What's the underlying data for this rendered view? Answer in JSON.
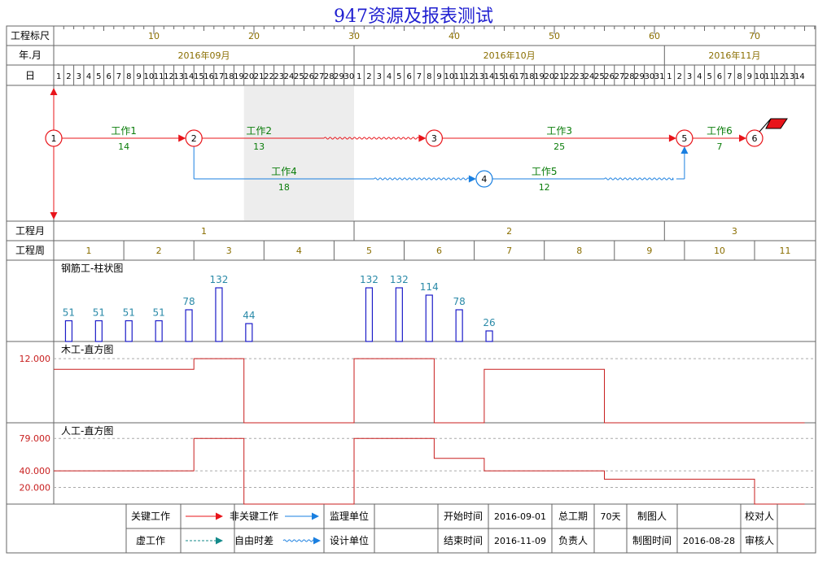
{
  "title": "947资源及报表测试",
  "colors": {
    "critical": "#e8141a",
    "noncritical": "#1a7fe0",
    "label_green": "#0a7d0a",
    "grid": "#666666",
    "res_bar": "#1c1cc8",
    "res_line": "#c81e1e",
    "olive": "#8a6e00",
    "bar_label": "#2a8aa8"
  },
  "row_labels": {
    "scale": "工程标尺",
    "month": "年.月",
    "day": "日",
    "proj_month": "工程月",
    "proj_week": "工程周"
  },
  "chart_data": [
    {
      "type": "network_schedule",
      "scale_ticks": [
        10,
        20,
        30,
        40,
        50,
        60,
        70
      ],
      "months": [
        {
          "label": "2016年09月",
          "days": [
            "1",
            "2",
            "3",
            "4",
            "5",
            "6",
            "7",
            "8",
            "9",
            "10",
            "11",
            "12",
            "13",
            "14",
            "15",
            "16",
            "17",
            "18",
            "19",
            "20",
            "21",
            "22",
            "23",
            "24",
            "25",
            "26",
            "27",
            "28",
            "29",
            "30"
          ]
        },
        {
          "label": "2016年10月",
          "days": [
            "1",
            "2",
            "3",
            "4",
            "5",
            "6",
            "7",
            "8",
            "9",
            "10",
            "11",
            "12",
            "13",
            "14",
            "15",
            "16",
            "17",
            "18",
            "19",
            "20",
            "21",
            "22",
            "23",
            "24",
            "25",
            "26",
            "27",
            "28",
            "29",
            "30",
            "31"
          ]
        },
        {
          "label": "2016年11月",
          "days": [
            "1",
            "2",
            "3",
            "4",
            "5",
            "6",
            "7",
            "8",
            "9",
            "10",
            "11",
            "12",
            "13",
            "14"
          ]
        }
      ],
      "nodes": [
        {
          "id": "1",
          "day": 0,
          "lane": 0,
          "critical": true
        },
        {
          "id": "2",
          "day": 14,
          "lane": 0,
          "critical": true
        },
        {
          "id": "3",
          "day": 38,
          "lane": 0,
          "critical": true
        },
        {
          "id": "4",
          "day": 43,
          "lane": 1,
          "critical": false
        },
        {
          "id": "5",
          "day": 63,
          "lane": 0,
          "critical": false
        },
        {
          "id": "6",
          "day": 70,
          "lane": 0,
          "critical": true
        }
      ],
      "activities": [
        {
          "name": "工作1",
          "duration": "14",
          "from": "1",
          "to": "2",
          "start": 0,
          "end": 14,
          "free_float_to": 14,
          "critical": true
        },
        {
          "name": "工作2",
          "duration": "13",
          "from": "2",
          "to": "3",
          "start": 14,
          "end": 27,
          "free_float_to": 38,
          "critical": true
        },
        {
          "name": "工作4",
          "duration": "18",
          "from": "2",
          "to": "4",
          "start": 14,
          "end": 32,
          "free_float_to": 43,
          "critical": false
        },
        {
          "name": "工作3",
          "duration": "25",
          "from": "3",
          "to": "5",
          "start": 38,
          "end": 63,
          "free_float_to": 63,
          "critical": true
        },
        {
          "name": "工作5",
          "duration": "12",
          "from": "4",
          "to": "5",
          "start": 43,
          "end": 55,
          "free_float_to": 63,
          "critical": false
        },
        {
          "name": "工作6",
          "duration": "7",
          "from": "5",
          "to": "6",
          "start": 63,
          "end": 70,
          "free_float_to": 70,
          "critical": true
        }
      ],
      "shaded_days": [
        19,
        30
      ],
      "project_months": [
        {
          "label": "1",
          "from": 0,
          "to": 30
        },
        {
          "label": "2",
          "from": 30,
          "to": 61
        },
        {
          "label": "3",
          "from": 61,
          "to": 75
        }
      ],
      "project_weeks": [
        "1",
        "2",
        "3",
        "4",
        "5",
        "6",
        "7",
        "8",
        "9",
        "10",
        "11"
      ]
    },
    {
      "type": "bar",
      "title": "钢筋工-柱状图",
      "x_days": [
        1.5,
        4.5,
        7.5,
        10.5,
        13.5,
        16.5,
        19.5,
        31.5,
        34.5,
        37.5,
        40.5,
        43.5
      ],
      "values": [
        51,
        51,
        51,
        51,
        78,
        132,
        44,
        132,
        132,
        114,
        78,
        26
      ],
      "labels": [
        "51",
        "51",
        "51",
        "51",
        "78",
        "132",
        "44",
        "132",
        "132",
        "114",
        "78",
        "26"
      ]
    },
    {
      "type": "area",
      "title": "木工-直方图",
      "y_ticks": [
        {
          "value": 12,
          "label": "12.000"
        }
      ],
      "ymax": 14,
      "steps": [
        [
          0,
          14,
          10
        ],
        [
          14,
          19,
          12
        ],
        [
          19,
          30,
          0
        ],
        [
          30,
          38,
          12
        ],
        [
          38,
          43,
          0
        ],
        [
          43,
          55,
          10
        ],
        [
          55,
          75,
          0
        ]
      ]
    },
    {
      "type": "area",
      "title": "人工-直方图",
      "y_ticks": [
        {
          "value": 79,
          "label": "79.000"
        },
        {
          "value": 40,
          "label": "40.000"
        },
        {
          "value": 20,
          "label": "20.000"
        }
      ],
      "ymax": 90,
      "steps": [
        [
          0,
          14,
          40
        ],
        [
          14,
          19,
          79
        ],
        [
          19,
          30,
          0
        ],
        [
          30,
          38,
          79
        ],
        [
          38,
          43,
          55
        ],
        [
          43,
          55,
          40
        ],
        [
          55,
          70,
          30
        ],
        [
          70,
          75,
          0
        ]
      ]
    }
  ],
  "footer": {
    "legend": {
      "critical": "关键工作",
      "noncritical": "非关键工作",
      "dummy": "虚工作",
      "free_float": "自由时差"
    },
    "supervision_unit": "监理单位",
    "design_unit": "设计单位",
    "start_label": "开始时间",
    "start_value": "2016-09-01",
    "end_label": "结束时间",
    "end_value": "2016-11-09",
    "duration_label": "总工期",
    "duration_value": "70天",
    "owner_label": "负责人",
    "drafter_label": "制图人",
    "draw_time_label": "制图时间",
    "draw_time_value": "2016-08-28",
    "checker_label": "校对人",
    "reviewer_label": "审核人"
  }
}
